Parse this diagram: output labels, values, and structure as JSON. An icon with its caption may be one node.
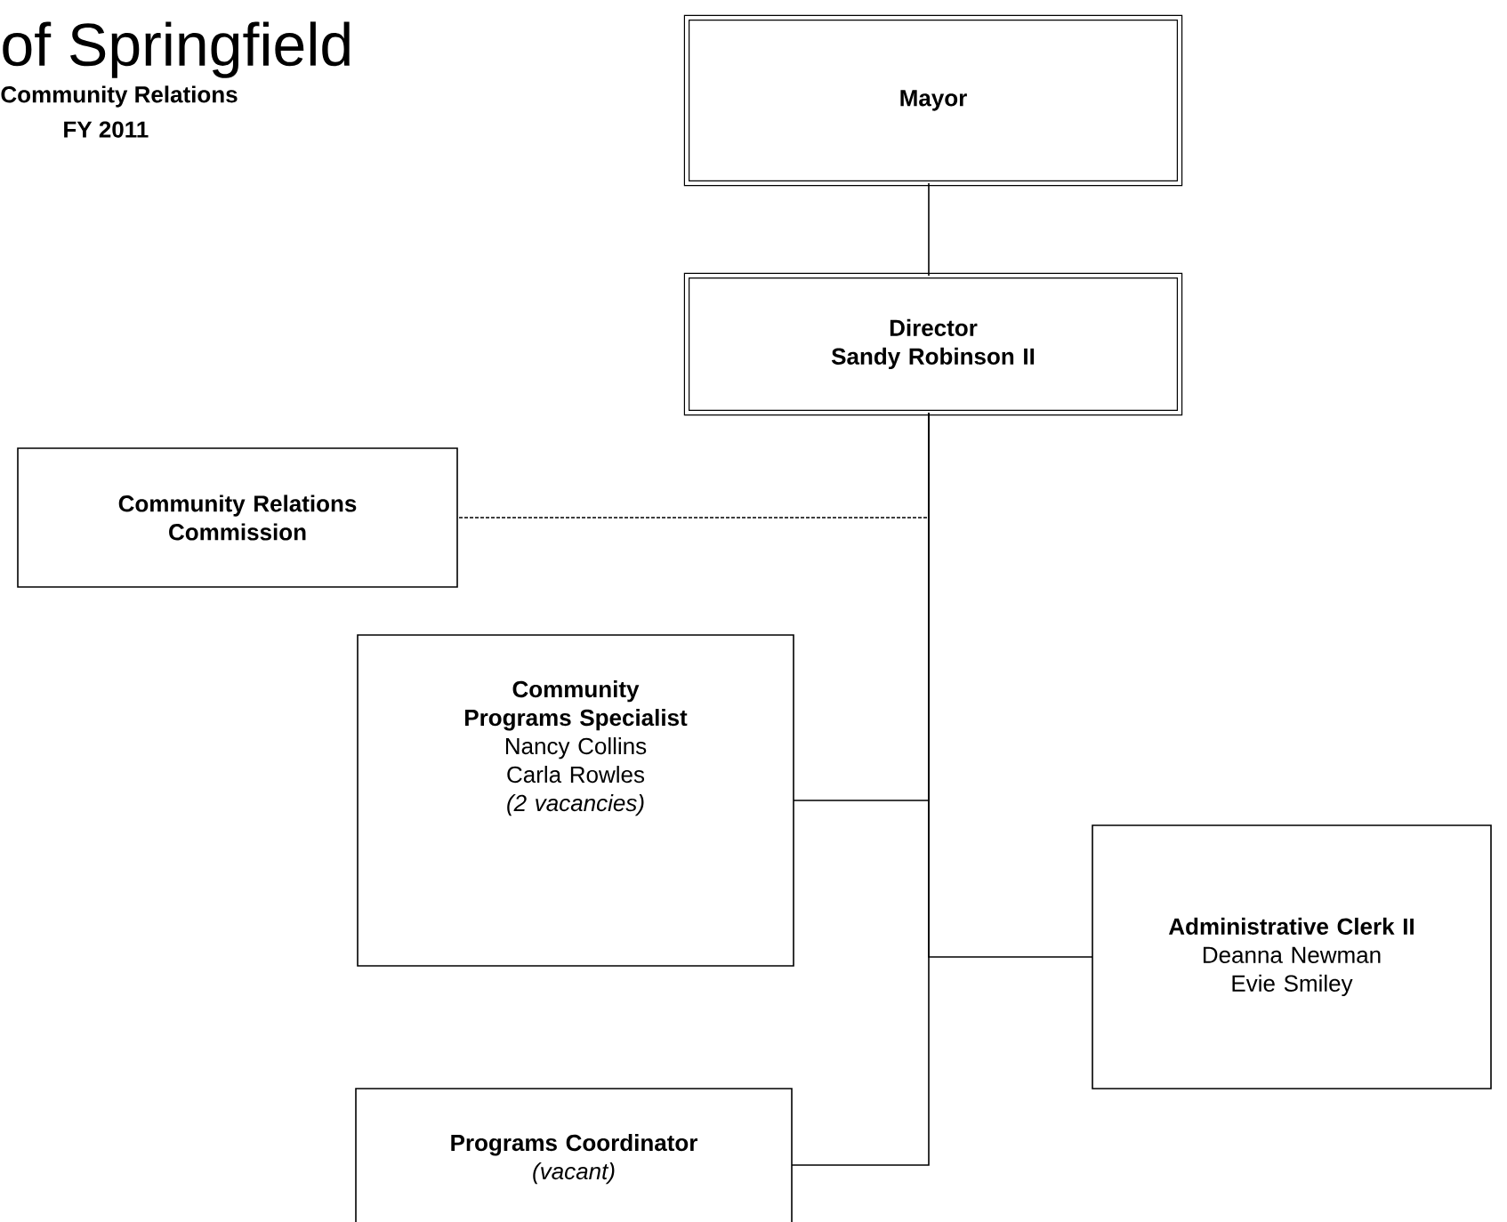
{
  "diagram": {
    "title": "of Springfield",
    "nodes": [
      {
        "text": [
          "Mayor"
        ]
      },
      {
        "text": [
          "Director",
          "Sandy Robinson II"
        ]
      },
      {
        "text": [
          "Community Relations Commission"
        ]
      },
      {
        "text": [
          "Community Programs Specialist",
          "Nancy Collins",
          "Carla Rowles",
          "(2 vacancies)"
        ]
      },
      {
        "text": [
          "Administrative Clerk II",
          "Deanna Newman",
          "Evie Smiley"
        ]
      },
      {
        "text": [
          "Programs Coordinator",
          "(vacant)"
        ]
      }
    ],
    "edges": [
      {
        "from": 0,
        "to": 1,
        "arrow": "none"
      },
      {
        "from": 1,
        "to": 2,
        "arrow": "none",
        "style": "dashed"
      },
      {
        "from": 1,
        "to": 3,
        "arrow": "none"
      },
      {
        "from": 1,
        "to": 4,
        "arrow": "none"
      },
      {
        "from": 1,
        "to": 5,
        "arrow": "none"
      }
    ],
    "labels": [
      "Community Relations",
      "FY 2011"
    ]
  }
}
